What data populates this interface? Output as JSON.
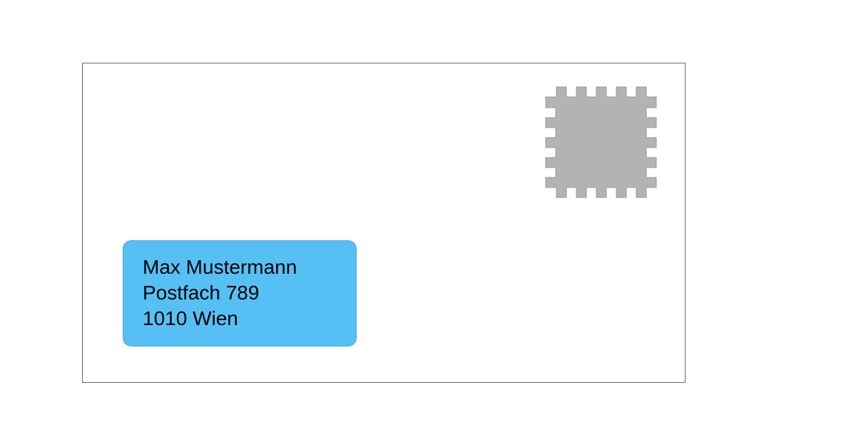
{
  "address": {
    "name": "Max Mustermann",
    "street": "Postfach 789",
    "city": "1010 Wien"
  },
  "colors": {
    "address_fill": "#56c0f5",
    "stamp_fill": "#b3b3b3",
    "envelope_border": "#666666"
  }
}
